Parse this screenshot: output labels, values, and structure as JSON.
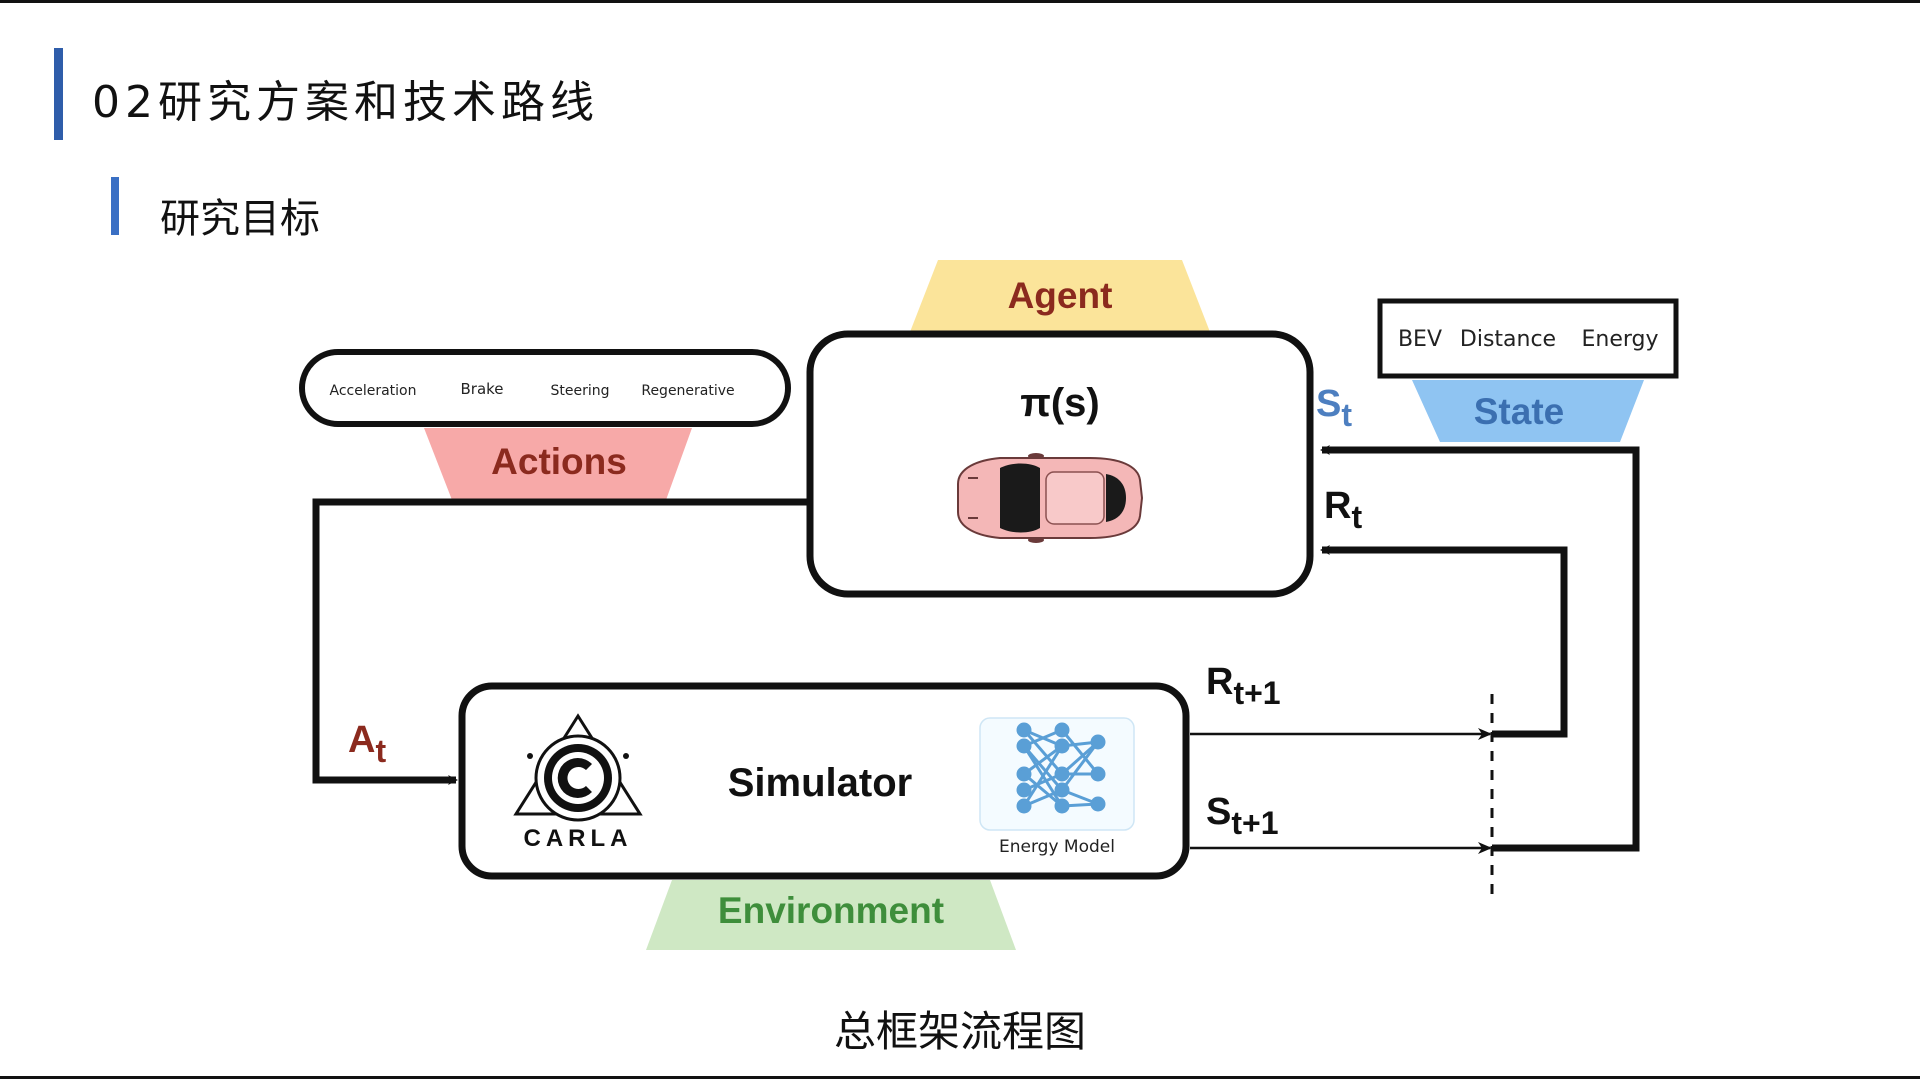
{
  "header": {
    "title": "02研究方案和技术路线",
    "subtitle": "研究目标"
  },
  "diagram": {
    "agent_label": "Agent",
    "policy_label": "π(s)",
    "actions_label": "Actions",
    "actions_items": [
      "Acceleration",
      "Brake",
      "Steering",
      "Regenerative"
    ],
    "state_label": "State",
    "state_items": [
      "BEV",
      "Distance",
      "Energy"
    ],
    "environment_label": "Environment",
    "simulator_label": "Simulator",
    "carla_label": "CARLA",
    "energy_model_label": "Energy Model",
    "signals": {
      "s_t": {
        "base": "S",
        "sub": "t"
      },
      "r_t": {
        "base": "R",
        "sub": "t"
      },
      "a_t": {
        "base": "A",
        "sub": "t"
      },
      "r_t1": {
        "base": "R",
        "sub": "t+1"
      },
      "s_t1": {
        "base": "S",
        "sub": "t+1"
      }
    },
    "colors": {
      "agent_tab": "#fbe49a",
      "agent_text": "#8b2a1e",
      "actions_tab": "#f7a9a8",
      "actions_text": "#8b2a1e",
      "state_tab": "#8fc4f2",
      "state_text": "#3b6fb0",
      "env_tab": "#cfe8c4",
      "env_text": "#3e8e3b",
      "s_t_text": "#4d7fc0",
      "a_t_text": "#8b2a1e"
    }
  },
  "caption": "总框架流程图"
}
